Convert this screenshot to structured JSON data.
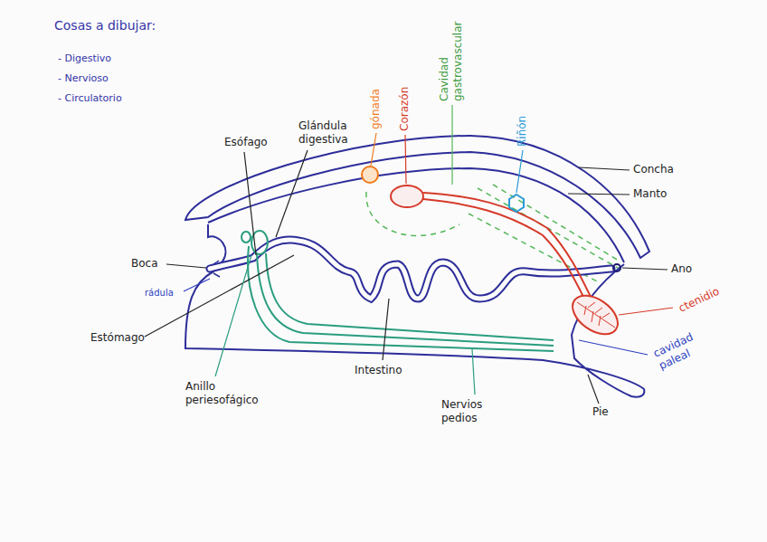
{
  "diagram": {
    "labels": [
      "Cosas a dibujar:",
      "- Digestivo",
      "- Nervioso",
      "- Circulatorio",
      "Esófago",
      "Glándula digestiva",
      "gónada",
      "Corazón",
      "Cavidad gastrovascular",
      "Riñón",
      "Concha",
      "Manto",
      "Ano",
      "ctenidio",
      "cavidad paleal",
      "Pie",
      "Nervios pedios",
      "Intestino",
      "Anillo periesofágico",
      "Estómago",
      "rádula",
      "Boca"
    ]
  }
}
